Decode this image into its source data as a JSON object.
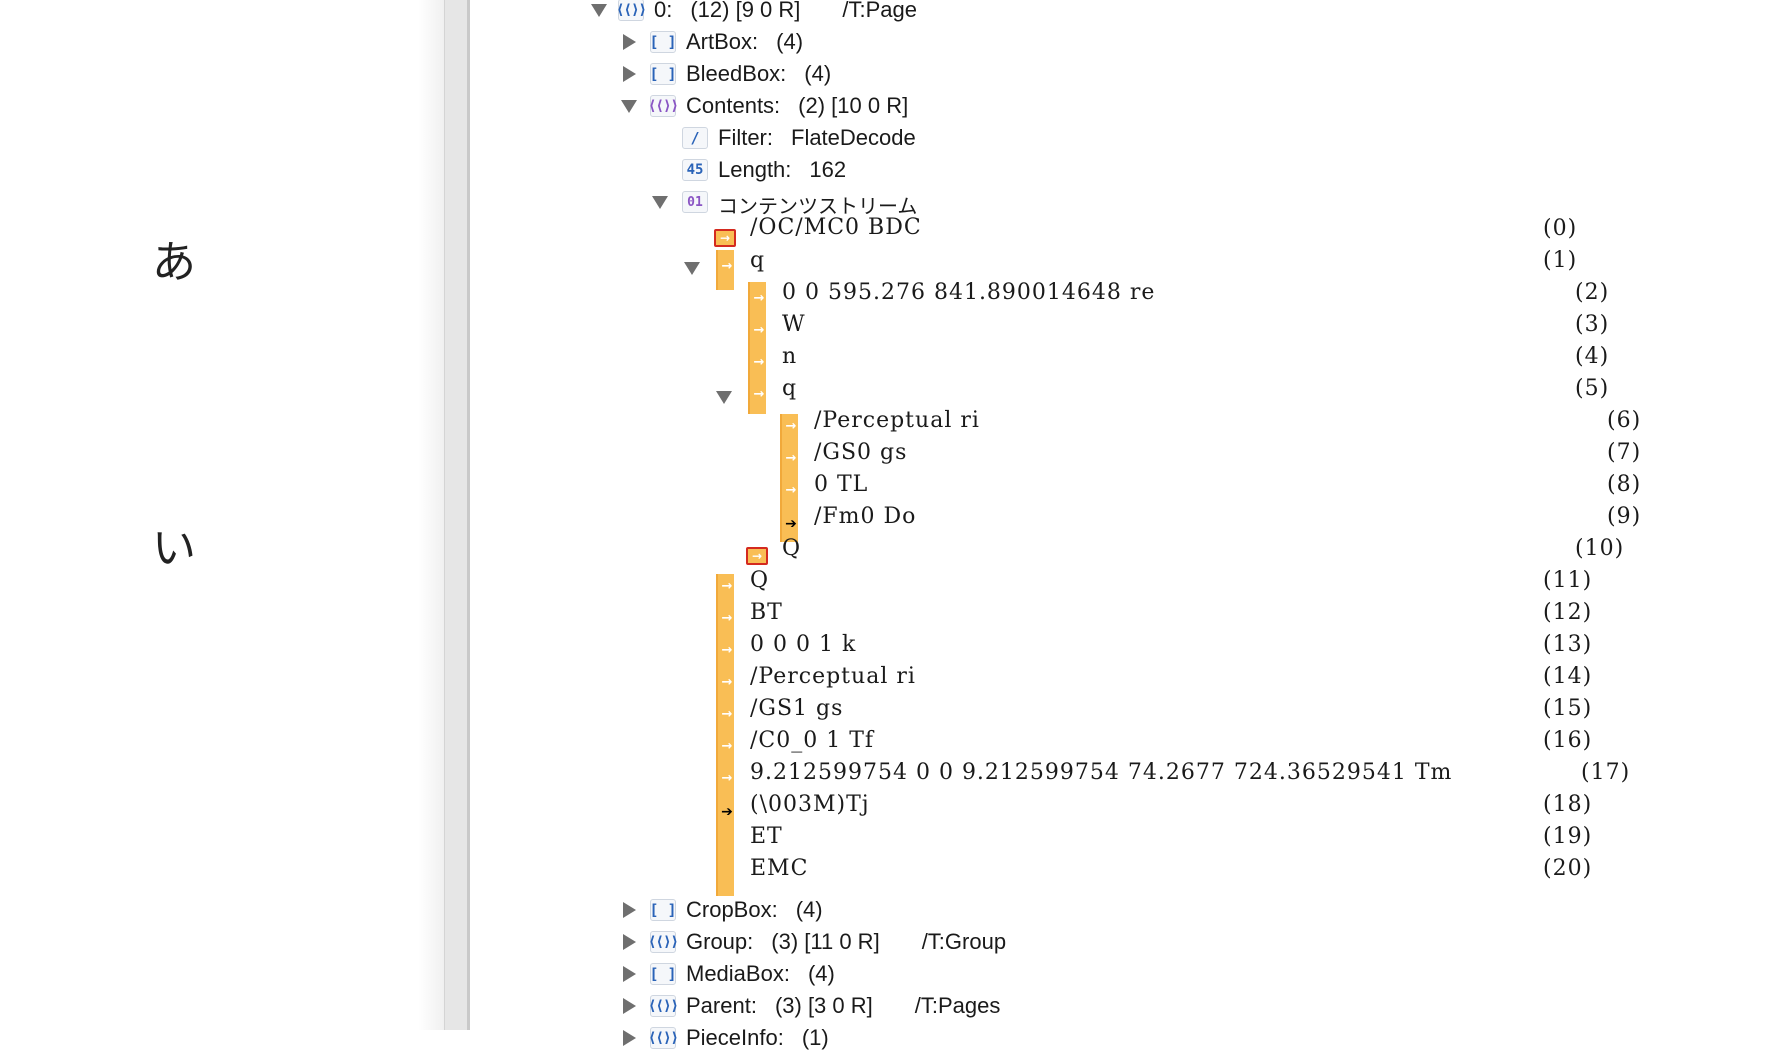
{
  "preview": {
    "glyphs": [
      "あ",
      "い"
    ]
  },
  "tree": {
    "page": {
      "label": "0:",
      "detail": "(12) [9 0 R]",
      "type": "/T:Page"
    },
    "artbox": {
      "label": "ArtBox:",
      "detail": "(4)"
    },
    "bleedbox": {
      "label": "BleedBox:",
      "detail": "(4)"
    },
    "contents": {
      "label": "Contents:",
      "detail": "(2) [10 0 R]"
    },
    "filter": {
      "label": "Filter:",
      "detail": "FlateDecode"
    },
    "length": {
      "label": "Length:",
      "detail": "162"
    },
    "stream": {
      "label": "コンテンツストリーム"
    },
    "cropbox": {
      "label": "CropBox:",
      "detail": "(4)"
    },
    "group": {
      "label": "Group:",
      "detail": "(3) [11 0 R]",
      "type": "/T:Group"
    },
    "mediabox": {
      "label": "MediaBox:",
      "detail": "(4)"
    },
    "parent": {
      "label": "Parent:",
      "detail": "(3) [3 0 R]",
      "type": "/T:Pages"
    },
    "pieceinfo": {
      "label": "PieceInfo:",
      "detail": "(1)"
    }
  },
  "icons": {
    "array": "[ ]",
    "dict": "⟨⟨⟩⟩",
    "name": "/",
    "number": "45",
    "binary": "01"
  },
  "ops": [
    {
      "text": "/OC/MC0 BDC",
      "index": "(0)"
    },
    {
      "text": "q",
      "index": "(1)"
    },
    {
      "text": "0 0 595.276 841.890014648 re",
      "index": "(2)"
    },
    {
      "text": "W",
      "index": "(3)"
    },
    {
      "text": "n",
      "index": "(4)"
    },
    {
      "text": "q",
      "index": "(5)"
    },
    {
      "text": "/Perceptual ri",
      "index": "(6)"
    },
    {
      "text": "/GS0 gs",
      "index": "(7)"
    },
    {
      "text": "0 TL",
      "index": "(8)"
    },
    {
      "text": "/Fm0 Do",
      "index": "(9)"
    },
    {
      "text": "Q",
      "index": "(10)"
    },
    {
      "text": "Q",
      "index": "(11)"
    },
    {
      "text": "BT",
      "index": "(12)"
    },
    {
      "text": "0 0 0 1 k",
      "index": "(13)"
    },
    {
      "text": "/Perceptual ri",
      "index": "(14)"
    },
    {
      "text": "/GS1 gs",
      "index": "(15)"
    },
    {
      "text": "/C0_0 1 Tf",
      "index": "(16)"
    },
    {
      "text": "9.212599754 0 0 9.212599754 74.2677 724.36529541 Tm",
      "index": "(17)"
    },
    {
      "text": "(\\003M)Tj",
      "index": "(18)"
    },
    {
      "text": "ET",
      "index": "(19)"
    },
    {
      "text": "EMC",
      "index": "(20)"
    }
  ],
  "colors": {
    "marker": "#f9be55",
    "marker_border": "#d42a1f",
    "dict_icon": "#2a63b8",
    "stream_icon": "#8a55c4"
  }
}
